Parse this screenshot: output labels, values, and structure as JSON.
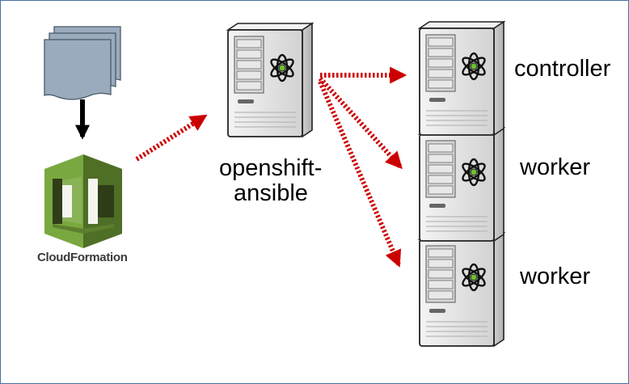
{
  "nodes": {
    "cloudformation": {
      "label": "CloudFormation"
    },
    "ansible": {
      "label_line1": "openshift-",
      "label_line2": "ansible"
    },
    "controller": {
      "label": "controller"
    },
    "worker1": {
      "label": "worker"
    },
    "worker2": {
      "label": "worker"
    }
  },
  "colors": {
    "arrow": "#cc0000",
    "template_pages": "#9aabbd",
    "cloudformation_light": "#7aa840",
    "cloudformation_dark": "#4f6e26",
    "server_body": "#e6e6e6"
  },
  "icons": {
    "templates": "stacked-documents-icon",
    "cloudformation": "aws-cloudformation-icon",
    "server": "server-tower-icon",
    "logo": "atom-logo-icon"
  }
}
